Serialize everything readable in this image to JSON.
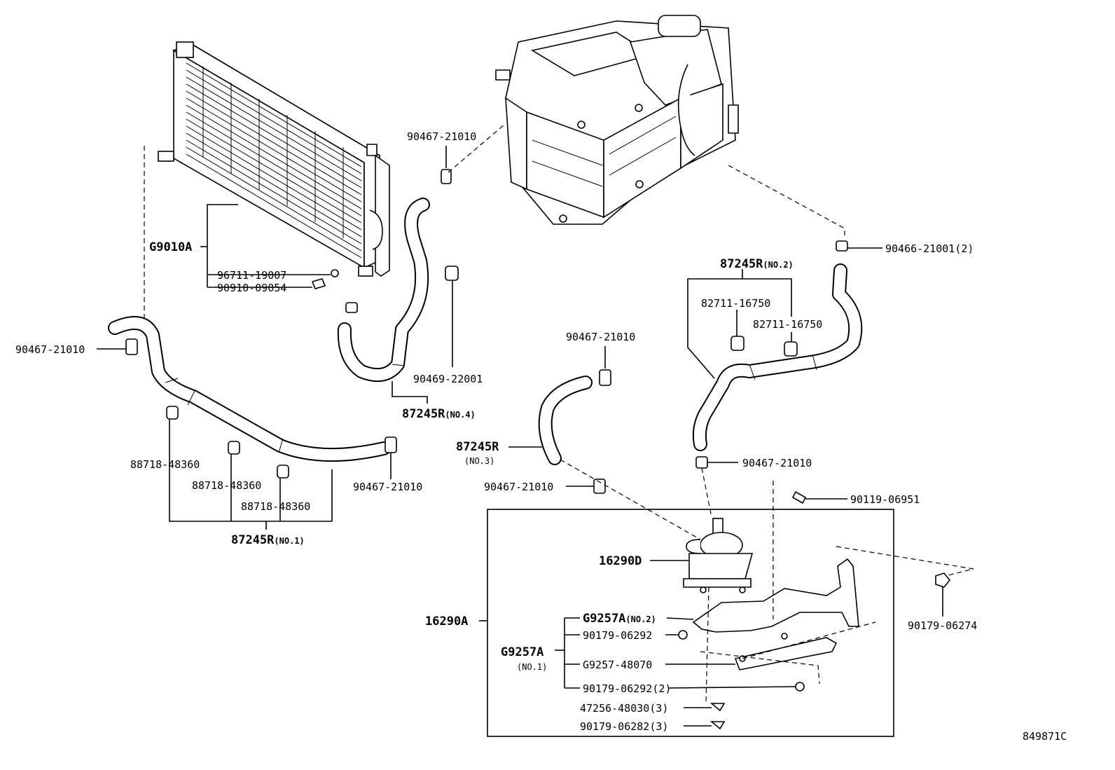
{
  "diagram_code": "849871C",
  "labels": {
    "g9010a": "G9010A",
    "p96711_19007": "96711-19007",
    "p90910_09054": "90910-09054",
    "p90467_21010_top": "90467-21010",
    "p90467_21010_left": "90467-21010",
    "p90469_22001": "90469-22001",
    "p87245r_no4": "87245R",
    "p87245r_no4_sub": "(NO.4)",
    "p88718_48360_a": "88718-48360",
    "p88718_48360_b": "88718-48360",
    "p88718_48360_c": "88718-48360",
    "p87245r_no1": "87245R",
    "p87245r_no1_sub": "(NO.1)",
    "p90467_21010_lowleft": "90467-21010",
    "p90467_21010_mid": "90467-21010",
    "p87245r_no3": "87245R",
    "p87245r_no3_sub": "(NO.3)",
    "p90467_21010_midlow": "90467-21010",
    "p90466_21001": "90466-21001(2)",
    "p87245r_no2": "87245R",
    "p87245r_no2_sub": "(NO.2)",
    "p82711_16750_a": "82711-16750",
    "p82711_16750_b": "82711-16750",
    "p90467_21010_right": "90467-21010",
    "p90119_06951": "90119-06951",
    "p16290d": "16290D",
    "p16290a": "16290A",
    "p90179_06274": "90179-06274",
    "g9257a_no2": "G9257A",
    "g9257a_no2_sub": "(NO.2)",
    "p90179_06292": "90179-06292",
    "g9257a_no1": "G9257A",
    "g9257a_no1_sub": "(NO.1)",
    "g9257_48070": "G9257-48070",
    "p90179_06292_2": "90179-06292(2)",
    "p47256_48030": "47256-48030(3)",
    "p90179_06282": "90179-06282(3)"
  }
}
